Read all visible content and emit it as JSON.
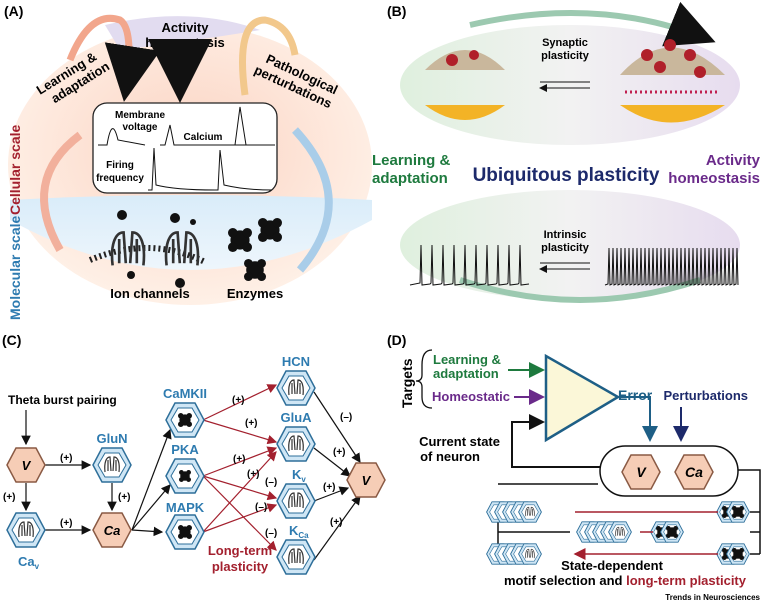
{
  "panelA": {
    "label": "(A)",
    "activity_homeostasis": [
      "Activity",
      "homeostasis"
    ],
    "learning": [
      "Learning &",
      "adaptation"
    ],
    "pathological": [
      "Pathological",
      "perturbations"
    ],
    "membrane_voltage": [
      "Membrane",
      "voltage"
    ],
    "calcium": "Calcium",
    "firing_frequency": [
      "Firing",
      "frequency"
    ],
    "cellular_scale": "Cellular scale",
    "molecular_scale": "Molecular scale",
    "ion_channels": "Ion channels",
    "enzymes": "Enzymes"
  },
  "panelB": {
    "label": "(B)",
    "synaptic": [
      "Synaptic",
      "plasticity"
    ],
    "learning": [
      "Learning &",
      "adaptation"
    ],
    "ubiquitous": "Ubiquitous plasticity",
    "homeostasis": [
      "Activity",
      "homeostasis"
    ],
    "intrinsic": [
      "Intrinsic",
      "plasticity"
    ]
  },
  "panelC": {
    "label": "(C)",
    "theta": "Theta burst pairing",
    "nodes": {
      "V": "V",
      "Ca": "Ca",
      "GluN": "GluN",
      "Cav": "Ca",
      "Cav_sub": "v",
      "CaMKII": "CaMKII",
      "PKA": "PKA",
      "MAPK": "MAPK",
      "HCN": "HCN",
      "GluA": "GluA",
      "Kv": "K",
      "Kv_sub": "v",
      "KCa": "K",
      "KCa_sub": "Ca",
      "Vout": "V"
    },
    "plus": "(+)",
    "minus": "(–)",
    "ltp": [
      "Long-term",
      "plasticity"
    ]
  },
  "panelD": {
    "label": "(D)",
    "targets": "Targets",
    "learning": [
      "Learning &",
      "adaptation"
    ],
    "homeostatic": "Homeostatic",
    "error": "Error",
    "perturbations": "Perturbations",
    "current_state": [
      "Current state",
      "of neuron"
    ],
    "V": "V",
    "Ca": "Ca",
    "caption": "State-dependent",
    "caption2a": "motif selection and ",
    "caption2b": "long-term plasticity"
  },
  "credit": "Trends in Neurosciences",
  "colors": {
    "blue": "#2e7bb0",
    "red": "#a3202e",
    "green": "#1e7a3e",
    "purple": "#6a2a8a",
    "navy": "#1d2a6b",
    "hex_fill": "#cfe6f5",
    "state_fill": "#f6cdb6"
  }
}
